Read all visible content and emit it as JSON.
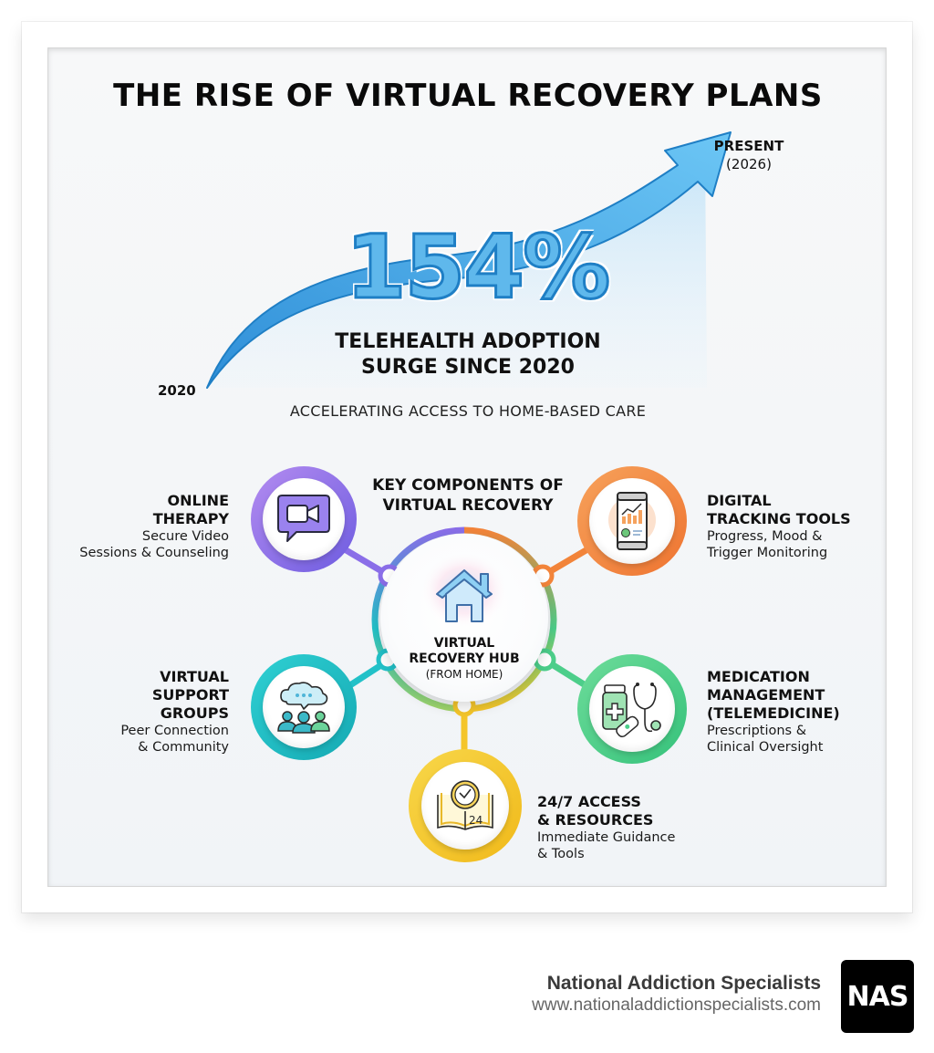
{
  "title": "THE RISE OF VIRTUAL RECOVERY PLANS",
  "hero": {
    "stat": "154%",
    "stat_caption_line1": "TELEHEALTH ADOPTION",
    "stat_caption_line2": "SURGE SINCE 2020",
    "start_label": "2020",
    "end_label": "PRESENT",
    "end_sublabel": "(2026)",
    "tagline": "ACCELERATING ACCESS TO HOME-BASED CARE",
    "arrow_color": "#3fa3e6"
  },
  "components_section": {
    "title_line1": "KEY COMPONENTS OF",
    "title_line2": "VIRTUAL RECOVERY",
    "hub": {
      "line1": "VIRTUAL",
      "line2": "RECOVERY HUB",
      "line3": "(FROM HOME)",
      "icon": "house-icon"
    },
    "items": [
      {
        "title_line1": "ONLINE",
        "title_line2": "THERAPY",
        "desc_line1": "Secure Video",
        "desc_line2": "Sessions & Counseling",
        "icon": "video-chat-icon",
        "color": "#8a6ee8"
      },
      {
        "title_line1": "DIGITAL",
        "title_line2": "TRACKING TOOLS",
        "desc_line1": "Progress, Mood &",
        "desc_line2": "Trigger Monitoring",
        "icon": "phone-chart-icon",
        "color": "#f2843a"
      },
      {
        "title_line1": "VIRTUAL",
        "title_line2": "SUPPORT",
        "title_line3": "GROUPS",
        "desc_line1": "Peer Connection",
        "desc_line2": "& Community",
        "icon": "group-chat-icon",
        "color": "#22c1c8"
      },
      {
        "title_line1": "MEDICATION",
        "title_line2": "MANAGEMENT",
        "title_line3": "(TELEMEDICINE)",
        "desc_line1": "Prescriptions &",
        "desc_line2": "Clinical Oversight",
        "icon": "medication-stethoscope-icon",
        "color": "#4cce8a"
      },
      {
        "title_line1": "24/7 ACCESS",
        "title_line2": "& RESOURCES",
        "desc_line1": "Immediate Guidance",
        "desc_line2": "& Tools",
        "icon": "clock-book-icon",
        "icon_text": "24",
        "color": "#f4c52a"
      }
    ]
  },
  "footer": {
    "org_name": "National Addiction Specialists",
    "url": "www.nationaladdictionspecialists.com",
    "logo_text": "NAS"
  }
}
